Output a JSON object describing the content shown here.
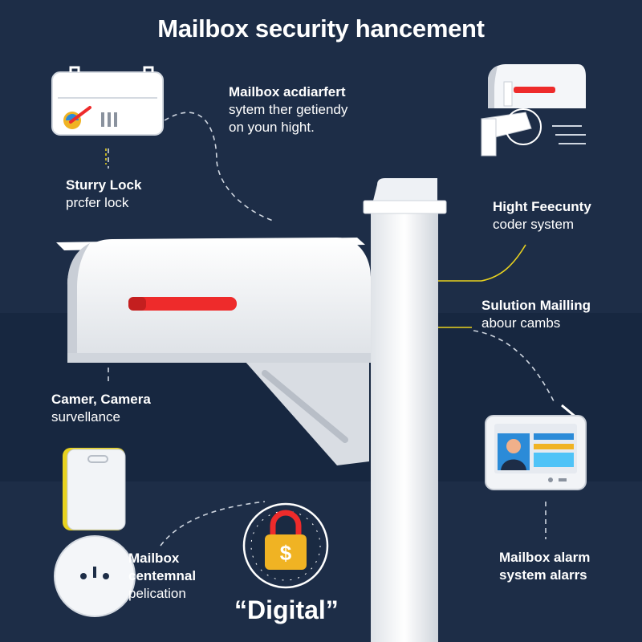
{
  "title": "Mailbox security hancement",
  "callouts": {
    "top_center": {
      "line1": "Mailbox acdiarfert",
      "line2": "sytem ther getiendy",
      "line3": "on youn hight."
    },
    "sturdy_lock": {
      "line1": "Sturry Lock",
      "line2": "prcfer lock"
    },
    "high_security": {
      "line1": "Hight Feecunty",
      "line2": "coder system"
    },
    "solution_mailing": {
      "line1": "Sulution Mailling",
      "line2": "abour cambs"
    },
    "camera": {
      "line1": "Camer, Camera",
      "line2": "survellance"
    },
    "mailbox_centemnal": {
      "line1": "Mailbox",
      "line2": "centemnal",
      "line3": "pelication"
    },
    "alarm": {
      "line1": "Mailbox alarm",
      "line2": "system alarrs"
    }
  },
  "digital_label": "“Digital”",
  "lock_symbol": "$",
  "icons": [
    "keypad-lock-icon",
    "camera-mailbox-icon",
    "smart-key-icon",
    "sensor-icon",
    "padlock-icon",
    "monitor-icon"
  ],
  "colors": {
    "background": "#1d2d47",
    "band": "#172740",
    "accent_yellow": "#e8d21f",
    "flag_red": "#ee2b2b",
    "mailbox_white": "#f2f4f7"
  }
}
